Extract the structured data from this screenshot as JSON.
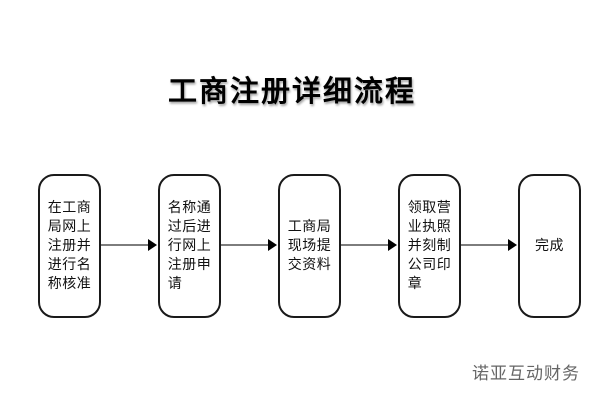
{
  "page": {
    "title": "工商注册详细流程",
    "footer_brand": "诺亚互动财务"
  },
  "flow": {
    "direction": "left-to-right",
    "steps": [
      {
        "label": "在工商\n局网上\n注册并\n进行名\n称核准"
      },
      {
        "label": "名称通\n过后进\n行网上\n注册申\n请"
      },
      {
        "label": "工商局\n现场提\n交资料"
      },
      {
        "label": "领取营\n业执照\n并刻制\n公司印\n章"
      },
      {
        "label": "完成"
      }
    ]
  },
  "theme": {
    "page_background": "#ffffff",
    "title_text": "#000000",
    "box_border": "#1a1a1a",
    "box_background": "#ffffff",
    "step_text": "#111111",
    "arrow_line": "#7d7d7d",
    "arrow_head": "#000000",
    "footer_text": "#666666"
  }
}
